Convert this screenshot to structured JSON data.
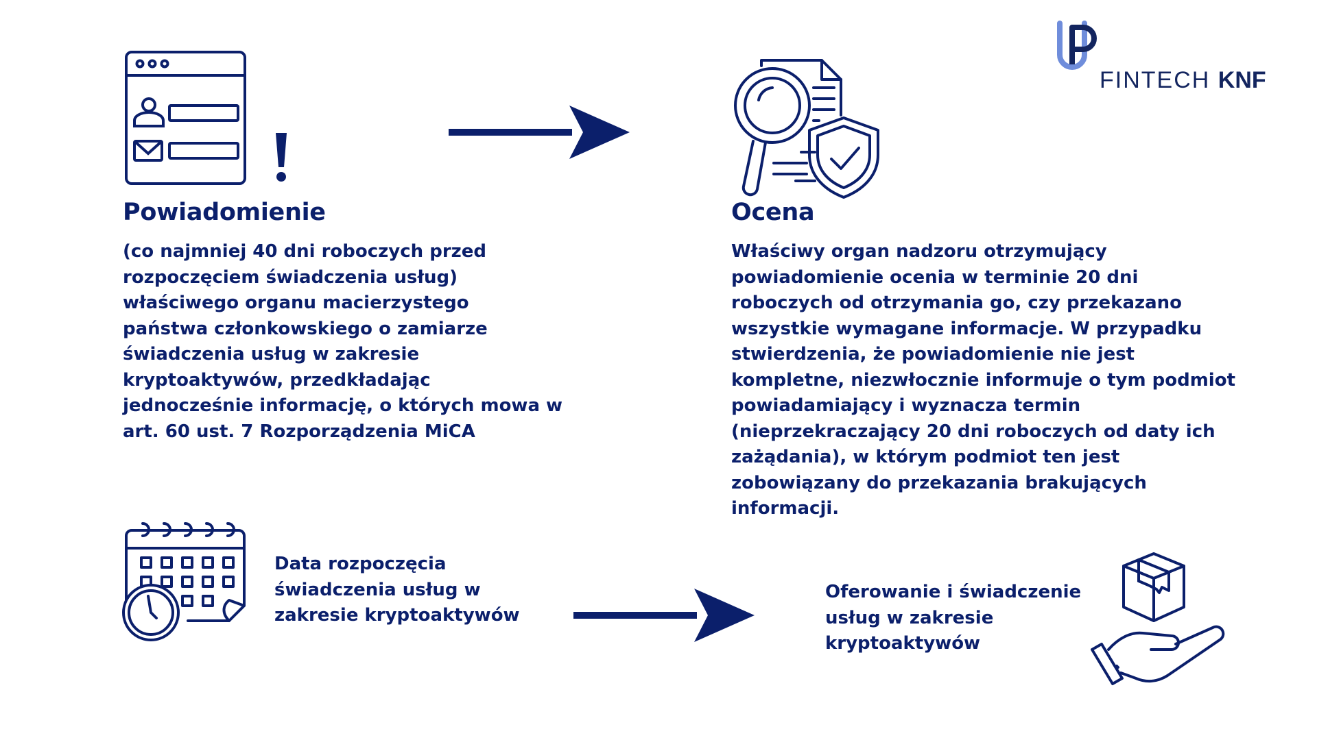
{
  "logo": {
    "word1": "FINTECH",
    "word2": "KNF"
  },
  "step1": {
    "heading": "Powiadomienie",
    "lines": [
      "(co najmniej 40 dni roboczych przed",
      "rozpoczęciem świadczenia usług)",
      "właściwego organu macierzystego",
      "państwa członkowskiego o zamiarze",
      "świadczenia usług w zakresie",
      "kryptoaktywów, przedkładając",
      "jednocześnie informację, o których mowa w",
      "art. 60 ust. 7 Rozporządzenia MiCA"
    ]
  },
  "step2": {
    "heading": "Ocena",
    "lines": [
      "Właściwy organ nadzoru otrzymujący",
      "powiadomienie ocenia w terminie 20 dni",
      "roboczych od otrzymania go, czy przekazano",
      "wszystkie wymagane informacje. W przypadku",
      "stwierdzenia, że powiadomienie nie jest",
      "kompletne, niezwłocznie informuje o tym podmiot",
      "powiadamiający i wyznacza termin",
      "(nieprzekraczający 20 dni roboczych od daty ich",
      "zażądania), w którym podmiot ten jest",
      "zobowiązany do przekazania brakujących",
      "informacji."
    ]
  },
  "step3": {
    "lines": [
      "Data rozpoczęcia",
      "świadczenia usług w",
      "zakresie kryptoaktywów"
    ]
  },
  "step4": {
    "lines": [
      "Oferowanie i świadczenie",
      "usług w zakresie",
      "kryptoaktywów"
    ]
  },
  "icons": [
    "notification-form-icon",
    "exclamation-icon",
    "document-search-shield-icon",
    "calendar-clock-icon",
    "hand-box-icon",
    "arrow-right-icon"
  ],
  "colors": {
    "primary": "#0b1f6b",
    "logo_blue": "#6f8ddb",
    "logo_dark": "#13255f"
  }
}
